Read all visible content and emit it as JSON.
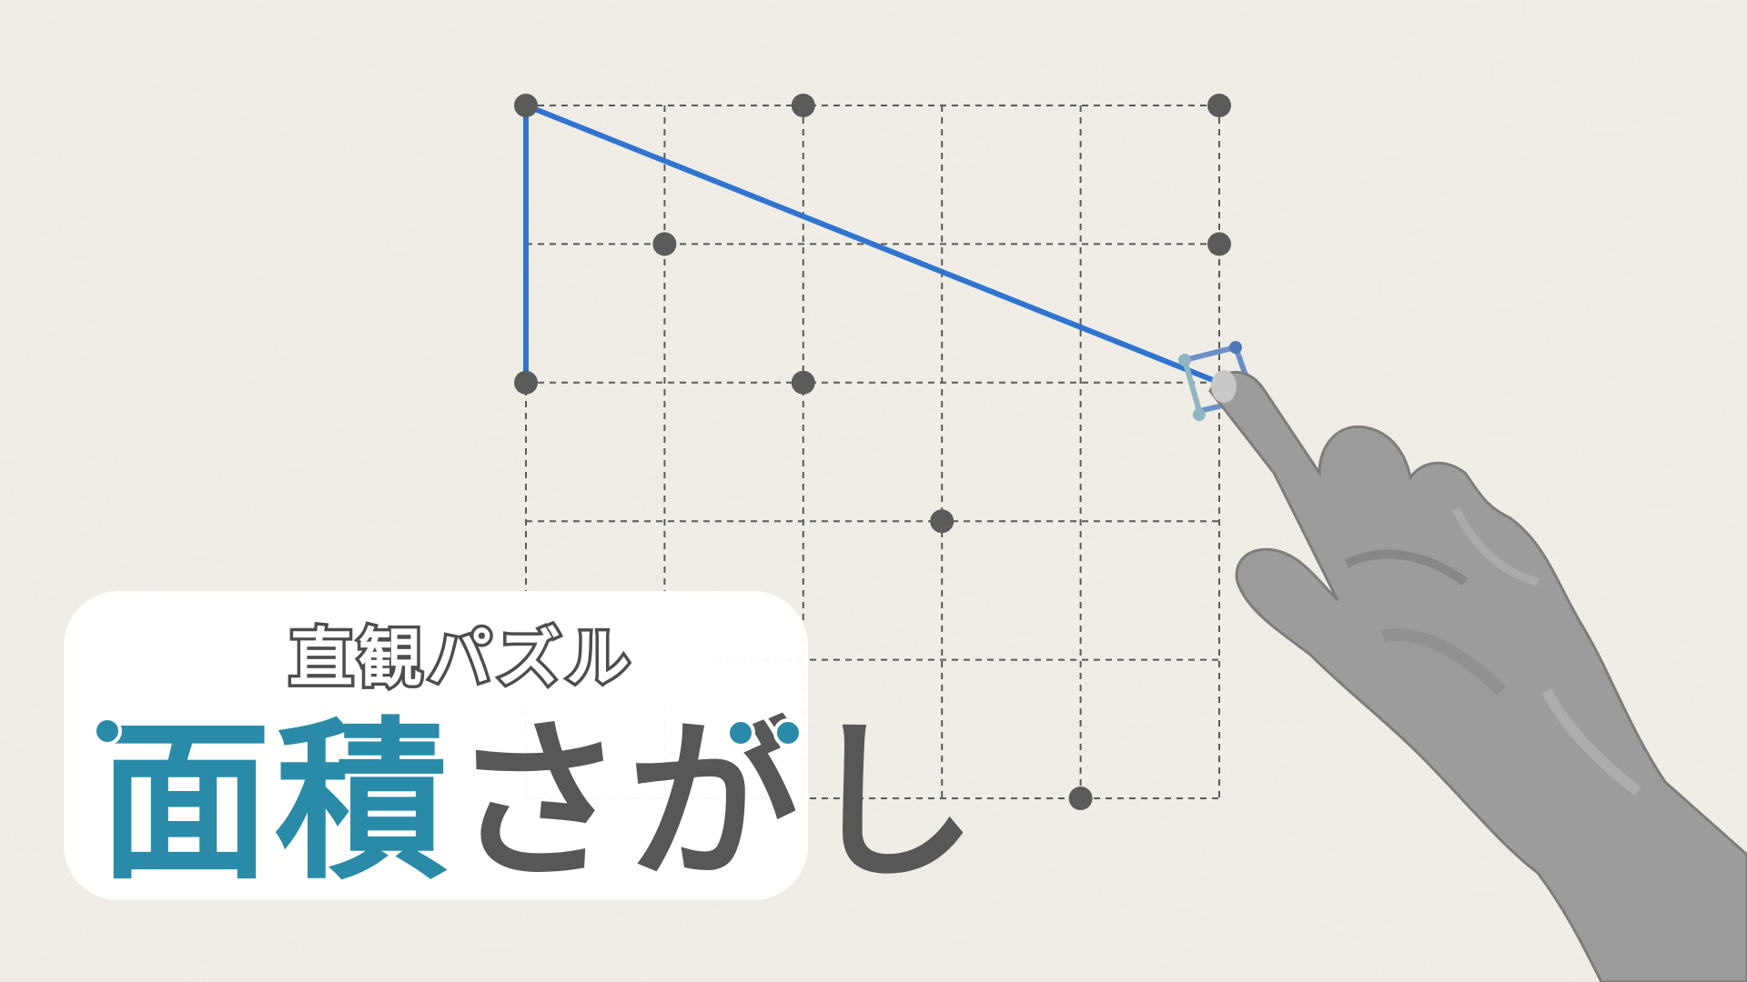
{
  "title": {
    "subtitle": "直観パズル",
    "main_part1": "面積",
    "main_part2": "さがし"
  },
  "colors": {
    "background": "#efece5",
    "grid_line": "#5a5a5a",
    "dot": "#5b5b5b",
    "path": "#2f74d0",
    "title_teal": "#2a8ba8",
    "title_gray": "#575757",
    "hand": "#9a9a9a"
  },
  "puzzle": {
    "grid_columns": 5,
    "grid_rows": 5,
    "dots": [
      {
        "col": 0,
        "row": 0
      },
      {
        "col": 2,
        "row": 0
      },
      {
        "col": 5,
        "row": 0
      },
      {
        "col": 1,
        "row": 1
      },
      {
        "col": 5,
        "row": 1
      },
      {
        "col": 0,
        "row": 2
      },
      {
        "col": 2,
        "row": 2
      },
      {
        "col": 3,
        "row": 3
      },
      {
        "col": 4,
        "row": 5
      }
    ],
    "drawn_path": [
      {
        "col": 0,
        "row": 2
      },
      {
        "col": 0,
        "row": 0
      },
      {
        "col": 5,
        "row": 2
      }
    ]
  },
  "icons": {
    "hand": "pointing-hand-icon",
    "snap_cursor": "snap-cursor-icon"
  }
}
